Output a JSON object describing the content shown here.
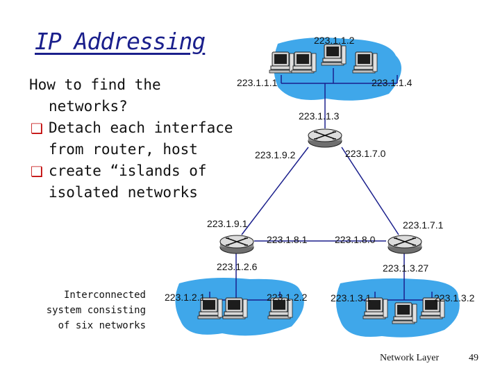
{
  "title": "IP Addressing",
  "bullets": {
    "intro_line1": "How to find the",
    "intro_line2": "networks?",
    "b1_line1": "Detach each interface",
    "b1_line2": "from router, host",
    "b2_line1": "create “islands of",
    "b2_line2": "isolated networks"
  },
  "caption": [
    "Interconnected",
    "system consisting",
    "of six networks"
  ],
  "addresses": {
    "top_host_center": "223.1.1.2",
    "top_host_left": "223.1.1.1",
    "top_host_right": "223.1.1.4",
    "top_router_lan": "223.1.1.3",
    "top_router_left": "223.1.9.2",
    "top_router_right": "223.1.7.0",
    "left_router_top": "223.1.9.1",
    "left_router_right": "223.1.8.1",
    "left_router_bottom": "223.1.2.6",
    "right_router_left": "223.1.8.0",
    "right_router_top": "223.1.7.1",
    "right_router_bottom": "223.1.3.27",
    "left_lan_left": "223.1.2.1",
    "left_lan_right": "223.1.2.2",
    "right_lan_left": "223.1.3.1",
    "right_lan_right": "223.1.3.2"
  },
  "footer": {
    "label": "Network Layer",
    "page": "49"
  },
  "colors": {
    "title": "#1a1f8c",
    "bullet_marker": "#c00000",
    "island": "#3fa7ea",
    "link": "#1a1f8c"
  }
}
